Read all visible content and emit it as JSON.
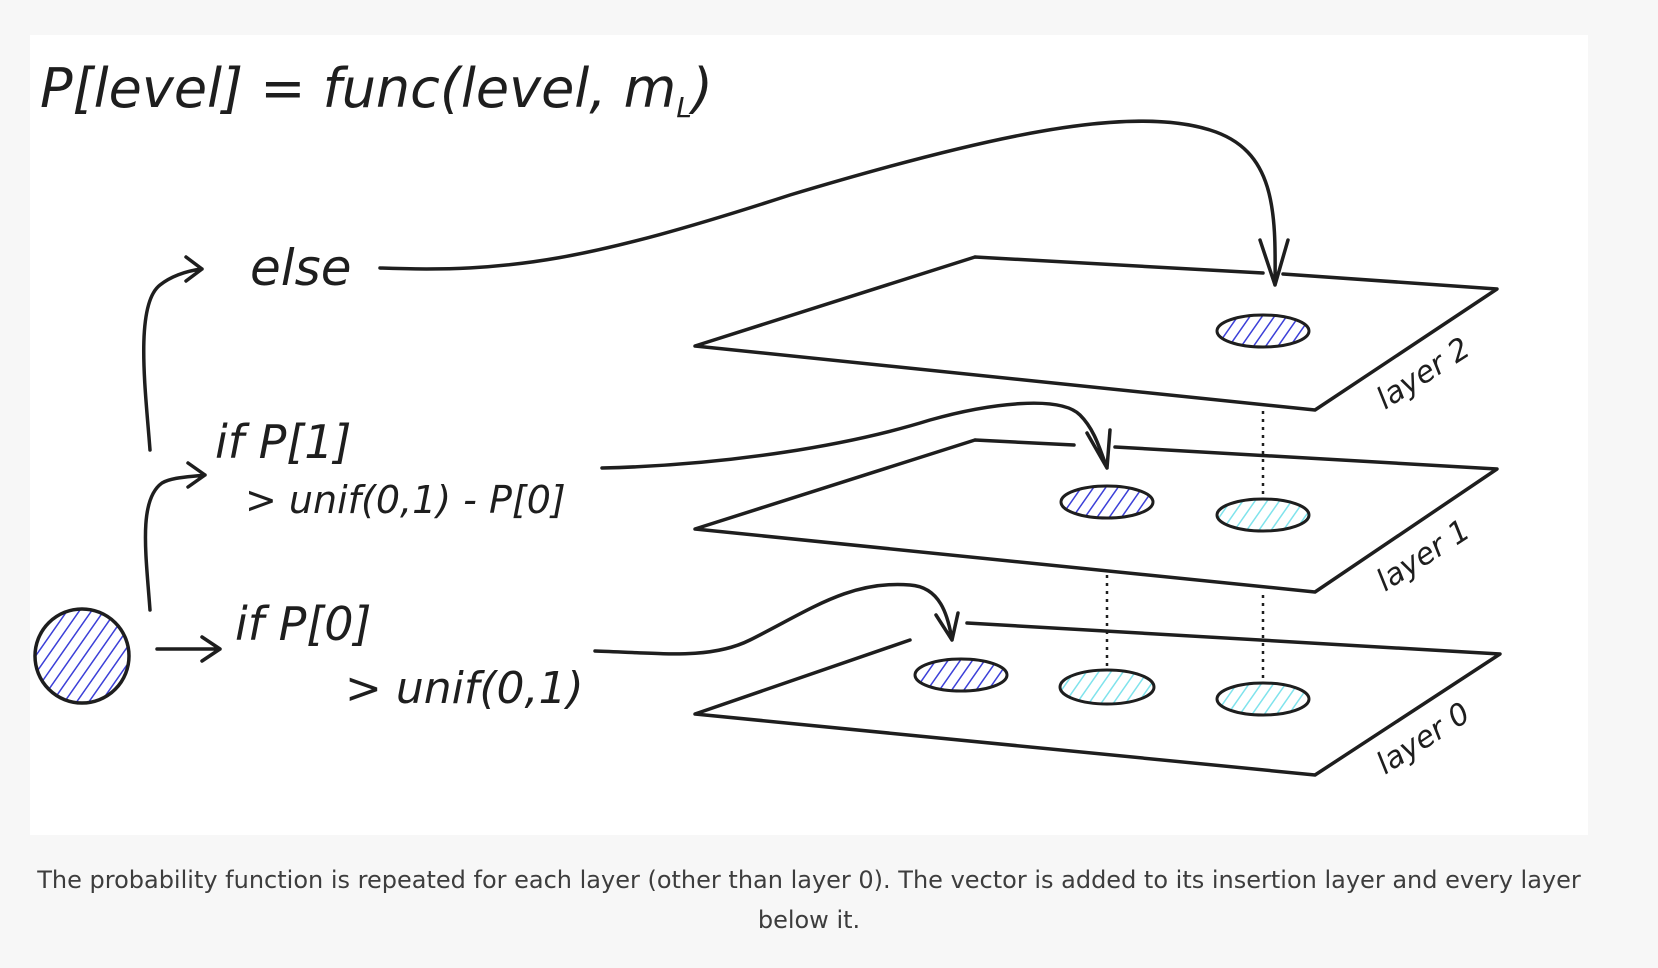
{
  "formula": {
    "prefix": "P[level] = func(level, m",
    "subscript": "L",
    "suffix": ")"
  },
  "branches": {
    "else_label": "else",
    "p1_line1": "if P[1]",
    "p1_line2": "> unif(0,1) - P[0]",
    "p0_line1": "if P[0]",
    "p0_line2": "> unif(0,1)"
  },
  "layers": {
    "layer2": "layer 2",
    "layer1": "layer 1",
    "layer0": "layer 0"
  },
  "colors": {
    "stroke": "#1e1e1e",
    "vector_fill": "#3b3fd8",
    "copy_fill": "#7fe3ec"
  },
  "caption": "The probability function is repeated for each layer (other than layer 0). The vector is added to its insertion layer and every layer below it."
}
